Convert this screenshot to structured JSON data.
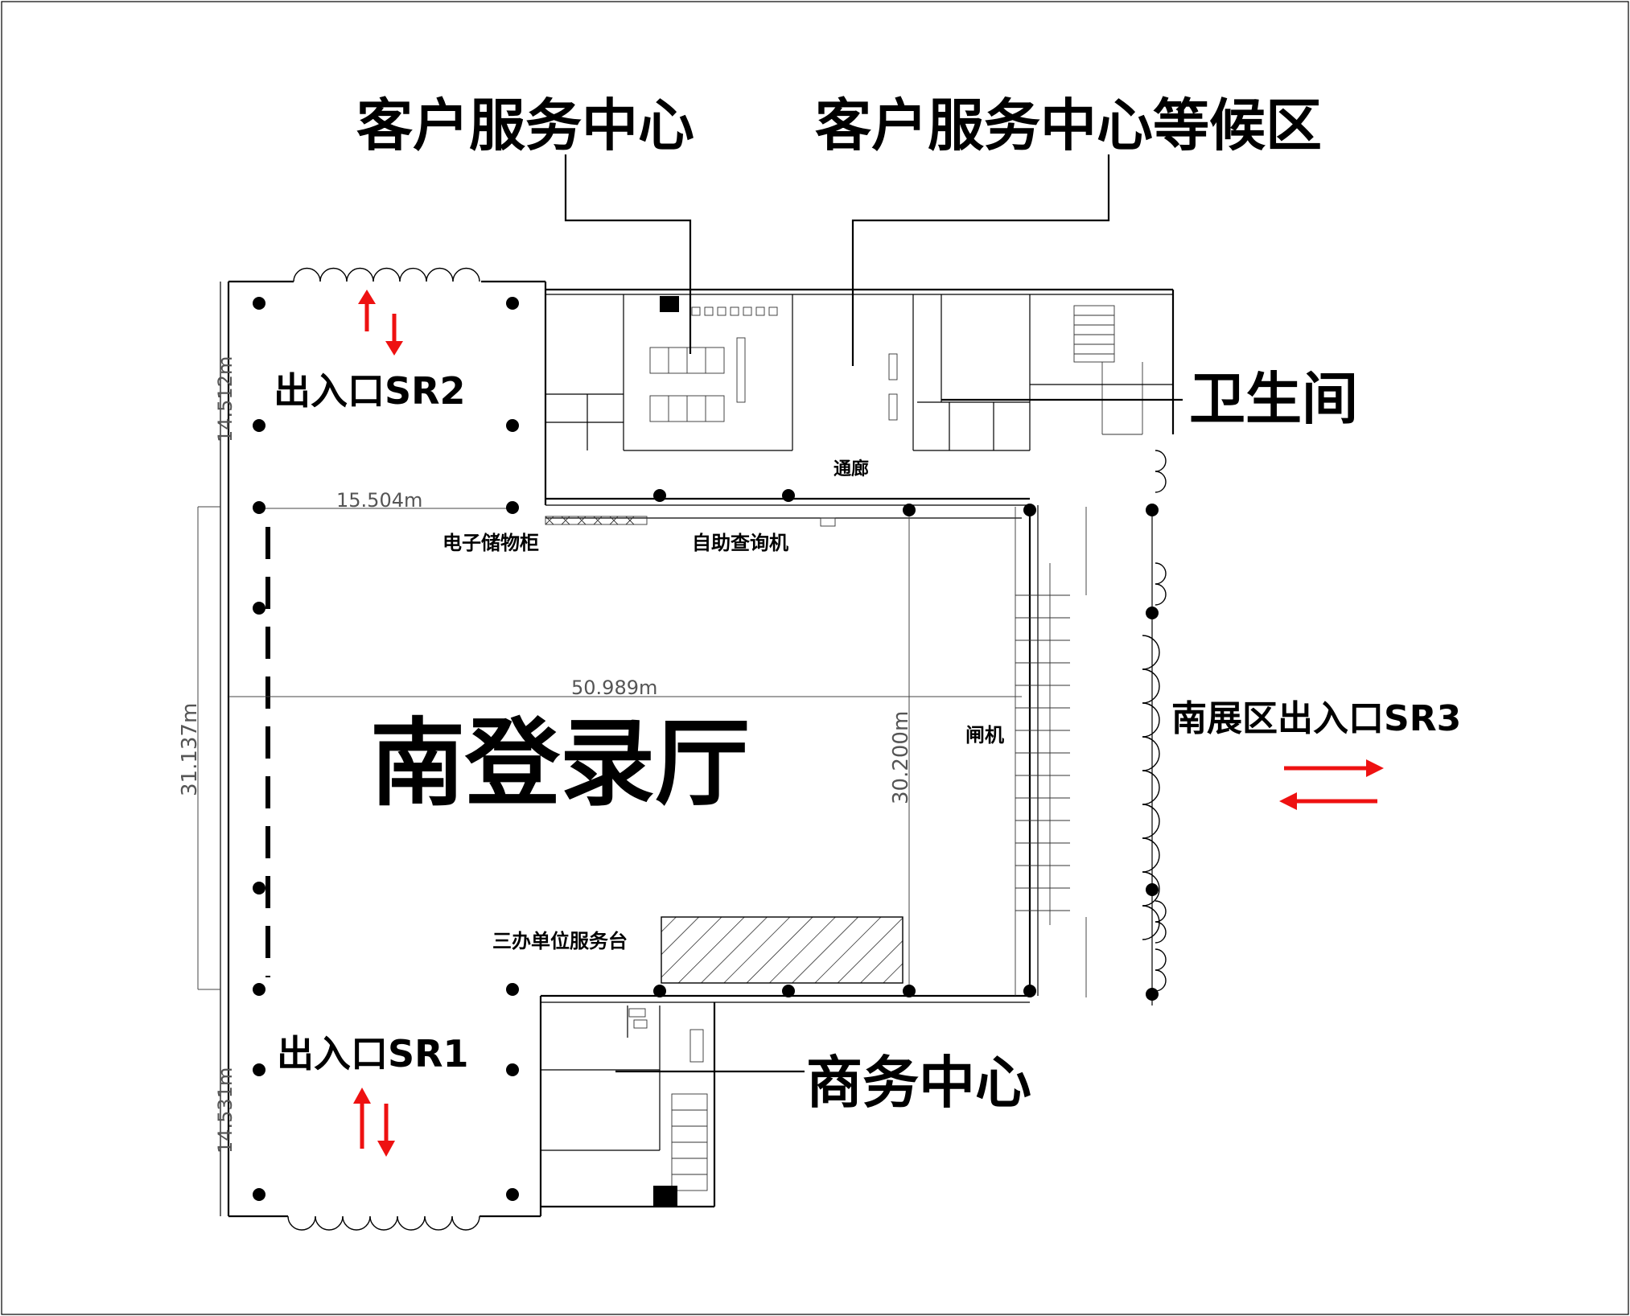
{
  "labels": {
    "customer_service_center": "客户服务中心",
    "customer_service_waiting": "客户服务中心等候区",
    "restroom": "卫生间",
    "entrance_sr2": "出入口SR2",
    "entrance_sr1": "出入口SR1",
    "south_exhibition_entrance_sr3": "南展区出入口SR3",
    "business_center": "商务中心",
    "hall_name": "南登录厅",
    "corridor": "通廊",
    "electronic_lockers": "电子储物柜",
    "self_service_kiosk": "自助查询机",
    "gates": "闸机",
    "service_desk": "三办单位服务台"
  },
  "dimensions": {
    "d_15504": "15.504m",
    "d_50989": "50.989m",
    "d_31137": "31.137m",
    "d_30200": "30.200m",
    "d_14512": "14.512m",
    "d_14531": "14.531m"
  },
  "colors": {
    "arrow": "#ee1111",
    "line": "#000000"
  },
  "icons": {
    "flow_arrow": "double-arrow-icon",
    "column": "column-icon",
    "door": "door-icon"
  }
}
